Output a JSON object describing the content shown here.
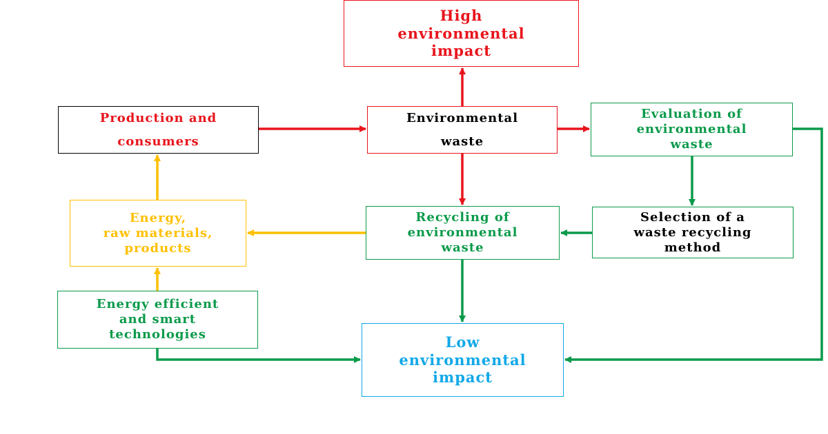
{
  "colors": {
    "red": "#e8141c",
    "green": "#0a9a4a",
    "blue": "#11a8e8",
    "yellow": "#ffc000",
    "black": "#000000"
  },
  "nodes": {
    "high_impact": {
      "label": "High\nenvironmental\nimpact",
      "color": "#e8141c",
      "border": "#e8141c"
    },
    "production": {
      "label": "Production and\nconsumers",
      "color": "#e8141c",
      "border": "#000000"
    },
    "env_waste": {
      "label": "Environmental\nwaste",
      "color": "#000000",
      "border": "#e8141c"
    },
    "evaluation": {
      "label": "Evaluation of\nenvironmental\nwaste",
      "color": "#0a9a4a",
      "border": "#0a9a4a"
    },
    "energy_materials": {
      "label": "Energy,\nraw materials,\nproducts",
      "color": "#ffc000",
      "border": "#ffc000"
    },
    "recycling": {
      "label": "Recycling of\nenvironmental\nwaste",
      "color": "#0a9a4a",
      "border": "#0a9a4a"
    },
    "selection": {
      "label": "Selection of a\nwaste recycling\nmethod",
      "color": "#000000",
      "border": "#0a9a4a"
    },
    "smart_tech": {
      "label": "Energy efficient\nand smart\ntechnologies",
      "color": "#0a9a4a",
      "border": "#0a9a4a"
    },
    "low_impact": {
      "label": "Low\nenvironmental\nimpact",
      "color": "#11a8e8",
      "border": "#11a8e8"
    }
  },
  "edges": [
    {
      "from": "production",
      "to": "env_waste",
      "color": "#e8141c"
    },
    {
      "from": "env_waste",
      "to": "high_impact",
      "color": "#e8141c"
    },
    {
      "from": "env_waste",
      "to": "evaluation",
      "color": "#e8141c"
    },
    {
      "from": "env_waste",
      "to": "recycling",
      "color": "#e8141c"
    },
    {
      "from": "evaluation",
      "to": "selection",
      "color": "#0a9a4a"
    },
    {
      "from": "selection",
      "to": "recycling",
      "color": "#0a9a4a"
    },
    {
      "from": "recycling",
      "to": "energy_materials",
      "color": "#ffc000"
    },
    {
      "from": "recycling",
      "to": "low_impact",
      "color": "#0a9a4a"
    },
    {
      "from": "energy_materials",
      "to": "production",
      "color": "#ffc000"
    },
    {
      "from": "smart_tech",
      "to": "energy_materials",
      "color": "#ffc000"
    },
    {
      "from": "smart_tech",
      "to": "low_impact",
      "color": "#0a9a4a"
    },
    {
      "from": "evaluation",
      "to": "low_impact",
      "color": "#0a9a4a"
    }
  ]
}
